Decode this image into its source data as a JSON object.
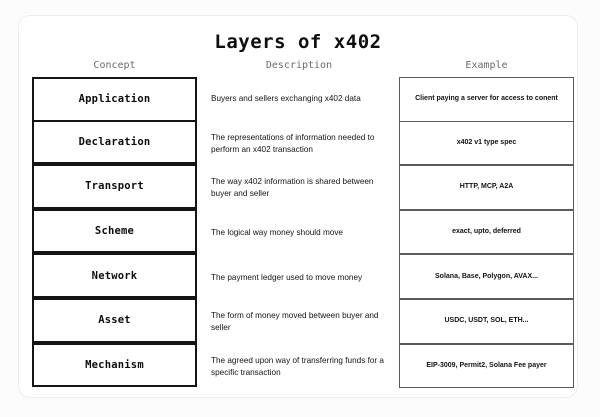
{
  "card": {
    "title": "Layers of x402"
  },
  "headers": {
    "concept": "Concept",
    "description": "Description",
    "example": "Example"
  },
  "rows": [
    {
      "concept": "Application",
      "description": "Buyers and sellers exchanging x402 data",
      "example": "Client paying a server for access to conent"
    },
    {
      "concept": "Declaration",
      "description": "The representations of information needed to perform an x402 transaction",
      "example": "x402 v1 type spec"
    },
    {
      "concept": "Transport",
      "description": "The way x402 information is shared between buyer and seller",
      "example": "HTTP, MCP, A2A"
    },
    {
      "concept": "Scheme",
      "description": "The logical way money should move",
      "example": "exact, upto, deferred"
    },
    {
      "concept": "Network",
      "description": "The payment ledger used to move money",
      "example": "Solana, Base, Polygon, AVAX..."
    },
    {
      "concept": "Asset",
      "description": "The form of money moved between buyer and seller",
      "example": "USDC, USDT, SOL, ETH..."
    },
    {
      "concept": "Mechanism",
      "description": "The agreed upon way of transferring funds for a specific transaction",
      "example": "EIP-3009, Permit2, Solana Fee payer"
    }
  ],
  "colors": {
    "page_background": "#fcfcfc",
    "card_background": "#ffffff",
    "concept_border": "#141414",
    "example_border": "#5a5a5a",
    "header_text": "#6b6b6b",
    "body_text": "#141414"
  }
}
